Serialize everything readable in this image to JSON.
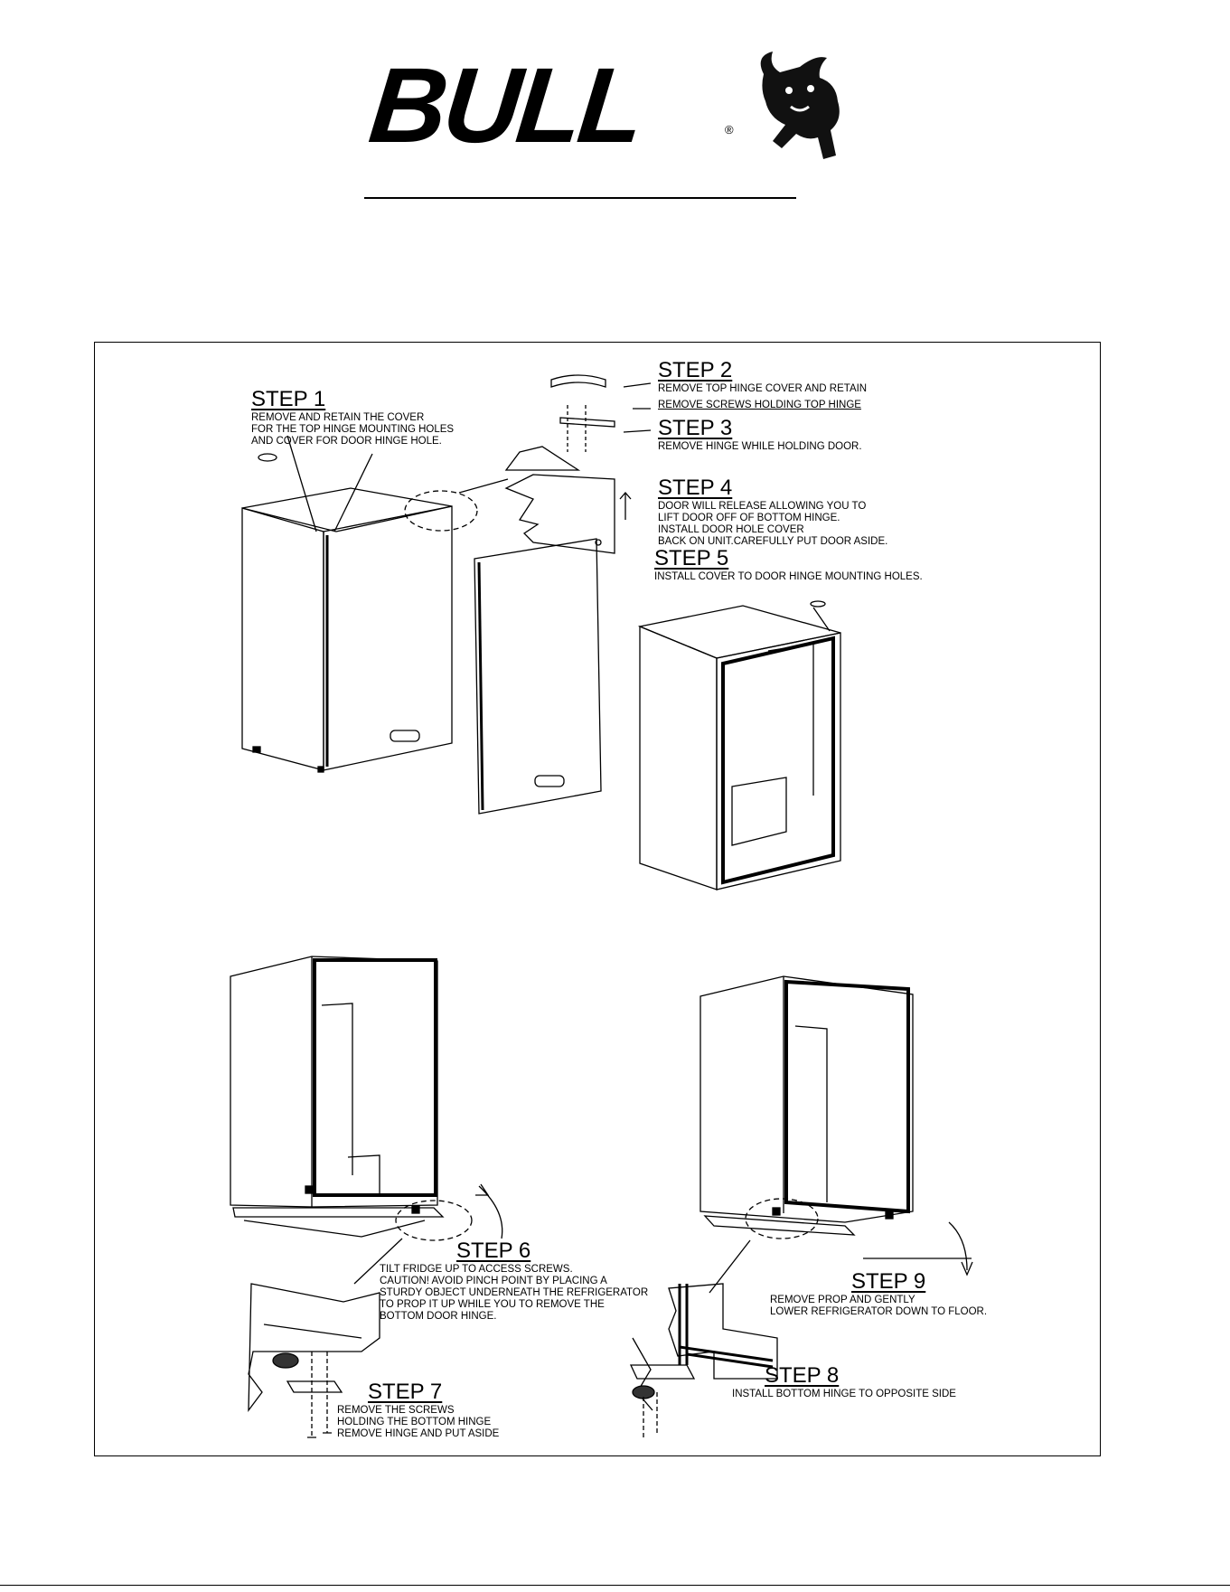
{
  "brand": {
    "name": "BULL",
    "reg": "®"
  },
  "steps": [
    {
      "heading": "STEP 1",
      "lines": [
        "REMOVE AND RETAIN THE COVER",
        "FOR THE TOP HINGE MOUNTING HOLES",
        "AND COVER FOR DOOR HINGE HOLE."
      ]
    },
    {
      "heading": "STEP 2",
      "lines": [
        "REMOVE TOP HINGE COVER AND RETAIN",
        "REMOVE SCREWS HOLDING TOP HINGE"
      ]
    },
    {
      "heading": "STEP 3",
      "lines": [
        "REMOVE HINGE WHILE HOLDING DOOR."
      ]
    },
    {
      "heading": "STEP 4",
      "lines": [
        "DOOR WILL RELEASE ALLOWING YOU TO",
        "LIFT DOOR OFF OF BOTTOM HINGE.",
        "INSTALL DOOR HOLE COVER",
        "BACK ON UNIT.CAREFULLY PUT DOOR ASIDE."
      ]
    },
    {
      "heading": "STEP 5",
      "lines": [
        "INSTALL COVER TO DOOR HINGE MOUNTING HOLES."
      ]
    },
    {
      "heading": "STEP 6",
      "lines": [
        "TILT FRIDGE UP TO ACCESS SCREWS.",
        "CAUTION! AVOID PINCH POINT BY PLACING A",
        "STURDY OBJECT UNDERNEATH THE REFRIGERATOR",
        "TO PROP IT UP WHILE YOU TO REMOVE THE",
        "BOTTOM DOOR HINGE."
      ]
    },
    {
      "heading": "STEP 7",
      "lines": [
        "REMOVE THE SCREWS",
        "HOLDING THE BOTTOM HINGE",
        "REMOVE HINGE AND PUT ASIDE"
      ]
    },
    {
      "heading": "STEP 8",
      "lines": [
        "INSTALL BOTTOM HINGE TO OPPOSITE SIDE"
      ]
    },
    {
      "heading": "STEP 9",
      "lines": [
        "REMOVE PROP AND GENTLY",
        "LOWER REFRIGERATOR DOWN TO FLOOR."
      ]
    }
  ],
  "icons": {
    "logo": "bull-head-icon"
  }
}
